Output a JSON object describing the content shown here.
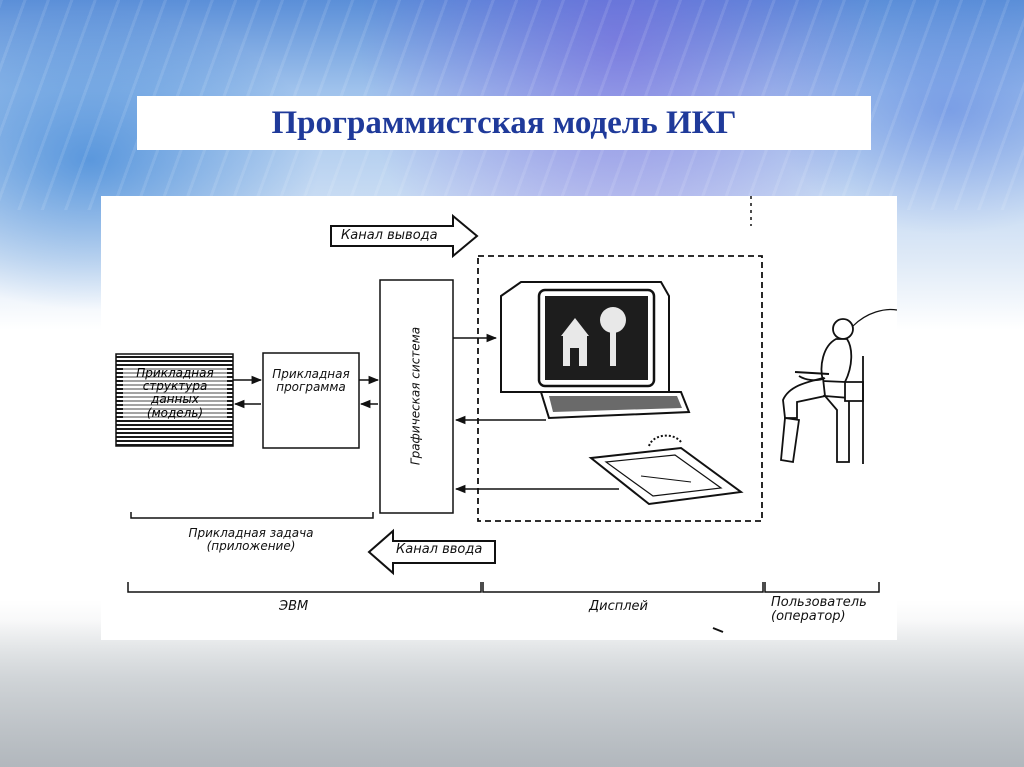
{
  "slide": {
    "title": "Программистская модель ИКГ"
  },
  "diagram": {
    "output_channel": "Канал вывода",
    "input_channel": "Канал ввода",
    "data_structure": [
      "Прикладная",
      "структура",
      "данных",
      "(модель)"
    ],
    "application_program": [
      "Прикладная",
      "программа"
    ],
    "graphics_system": "Графическая система",
    "applied_task": [
      "Прикладная задача",
      "(приложение)"
    ],
    "computer": "ЭВМ",
    "display": "Дисплей",
    "user": [
      "Пользователь",
      "(оператор)"
    ]
  }
}
